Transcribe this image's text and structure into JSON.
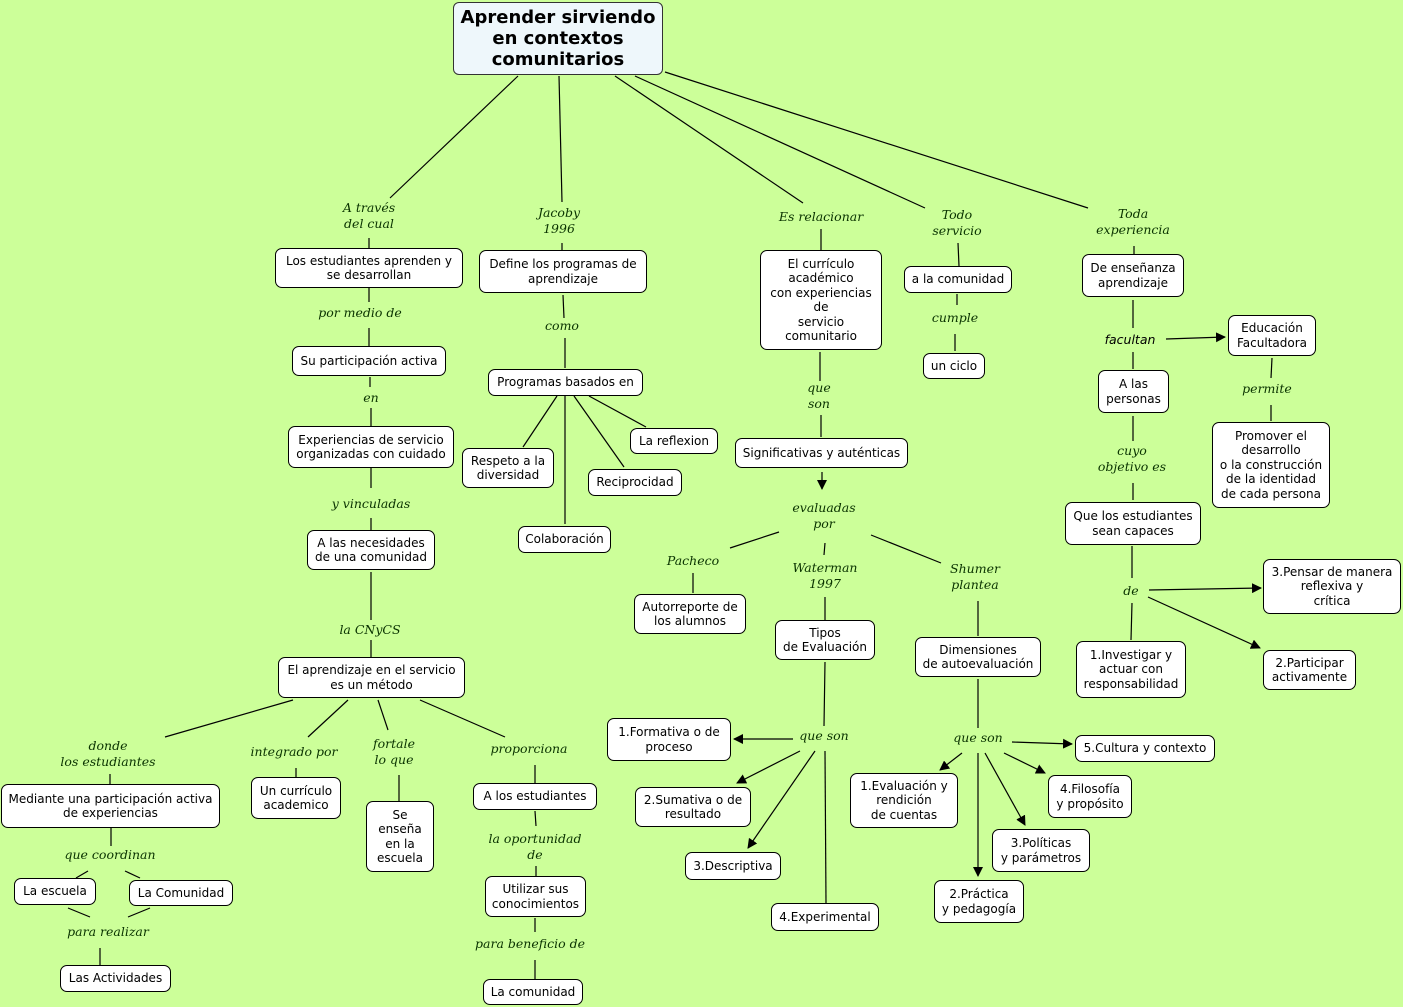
{
  "map": {
    "title": "Aprender sirviendo\nen contextos\ncomunitarios",
    "nodes": {
      "n_estudiantes": "Los estudiantes aprenden y\nse desarrollan",
      "n_participacion": "Su participación activa",
      "n_experiencias": "Experiencias de servicio\norganizadas con cuidado",
      "n_necesidades": "A las necesidades\nde una comunidad",
      "n_metodo": "El aprendizaje en el servicio\nes un método",
      "n_mediante": "Mediante una participación activa\nde experiencias",
      "n_escuela": "La escuela",
      "n_comunidad2": "La Comunidad",
      "n_actividades": "Las Actividades",
      "n_curriculo2": "Un currículo\nacademico",
      "n_ensena": "Se\nenseña\nen la\nescuela",
      "n_alos": "A los estudiantes",
      "n_utilizar": "Utilizar sus\nconocimientos",
      "n_lacomunidad": "La comunidad",
      "n_define": "Define los programas de\naprendizaje",
      "n_programas": "Programas basados en",
      "n_respeto": "Respeto a la\ndiversidad",
      "n_reflexion": "La reflexion",
      "n_reciprocidad": "Reciprocidad",
      "n_colaboracion": "Colaboración",
      "n_curriculo": "El currículo\nacadémico\ncon experiencias\nde\nservicio\ncomunitario",
      "n_significativas": "Significativas y auténticas",
      "n_autorreporte": "Autorreporte de\nlos alumnos",
      "n_tipos": "Tipos\nde Evaluación",
      "n_formativa": "1.Formativa o de\nproceso",
      "n_sumativa": "2.Sumativa o de\nresultado",
      "n_descriptiva": "3.Descriptiva",
      "n_experimental": "4.Experimental",
      "n_dimensiones": "Dimensiones\nde autoevaluación",
      "n_evaluacion": "1.Evaluación y\nrendición\nde cuentas",
      "n_practica": "2.Práctica\ny pedagogía",
      "n_politicas": "3.Políticas\ny parámetros",
      "n_filosofia": "4.Filosofía\ny propósito",
      "n_cultura": "5.Cultura y contexto",
      "n_alacomunidad": "a la comunidad",
      "n_ciclo": "un ciclo",
      "n_ensenanza": "De enseñanza\naprendizaje",
      "n_facultadora": "Educación\nFacultadora",
      "n_promover": "Promover el\ndesarrollo\no la construcción\nde la identidad\nde cada persona",
      "n_personas": "A las\npersonas",
      "n_capaces": "Que los estudiantes\nsean capaces",
      "n_investigar": "1.Investigar y\nactuar con\nresponsabilidad",
      "n_participar": "2.Participar\nactivamente",
      "n_pensar": "3.Pensar de manera\nreflexiva y\ncrítica"
    },
    "links": {
      "l_atraves": "A través\ndel cual",
      "l_pormedio": "por medio de",
      "l_en": "en",
      "l_vinculadas": "y vinculadas",
      "l_cnycs": "la CNyCS",
      "l_donde": "donde\nlos estudiantes",
      "l_coordinan": "que coordinan",
      "l_realizar": "para realizar",
      "l_integrado": "integrado por",
      "l_fortale": "fortale\nlo que",
      "l_proporciona": "proporciona",
      "l_oportunidad": "la oportunidad\nde",
      "l_beneficio": "para beneficio de",
      "l_jacoby": "Jacoby\n1996",
      "l_como": "como",
      "l_relacionar": "Es relacionar",
      "l_queson1": "que\nson",
      "l_evaluadas": "evaluadas\npor",
      "l_pacheco": "Pacheco",
      "l_waterman": "Waterman\n1997",
      "l_shumer": "Shumer\nplantea",
      "l_queson2": "que son",
      "l_queson3": "que son",
      "l_todo": "Todo\nservicio",
      "l_cumple": "cumple",
      "l_toda": "Toda\nexperiencia",
      "l_facultan": "facultan",
      "l_permite": "permite",
      "l_cuyo": "cuyo\nobjetivo es",
      "l_de": "de"
    }
  }
}
